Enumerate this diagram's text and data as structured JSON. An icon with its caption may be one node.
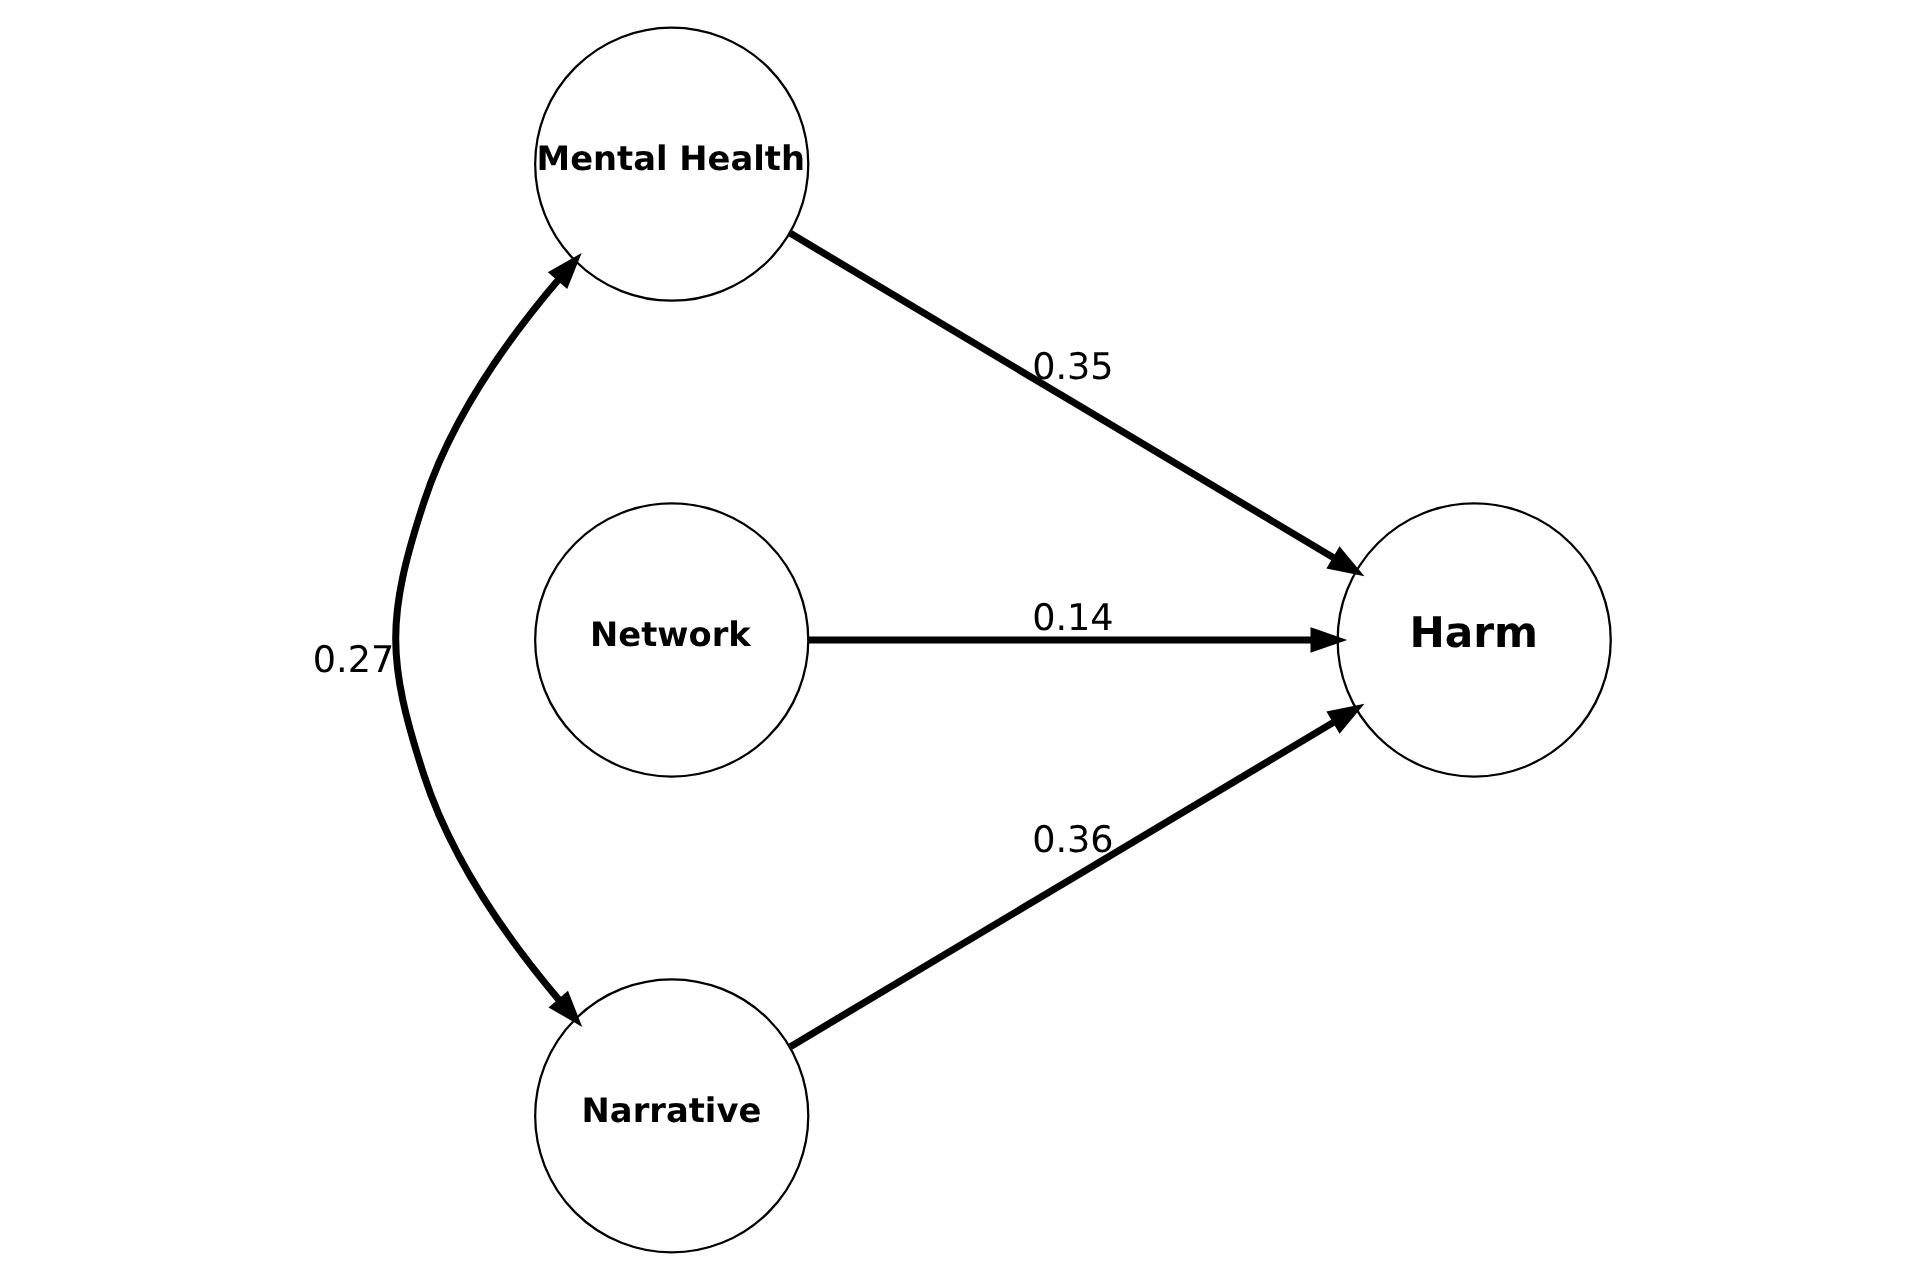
{
  "diagram": {
    "nodes": [
      {
        "text": [
          "Mental Health"
        ]
      },
      {
        "text": [
          "Network"
        ]
      },
      {
        "text": [
          "Narrative"
        ]
      },
      {
        "text": [
          "Harm"
        ]
      }
    ],
    "edges": [
      {
        "from": 0,
        "to": 3,
        "arrow": "to",
        "label": "0.35"
      },
      {
        "from": 1,
        "to": 3,
        "arrow": "to",
        "label": "0.14"
      },
      {
        "from": 2,
        "to": 3,
        "arrow": "to",
        "label": "0.36"
      },
      {
        "from": 0,
        "to": 2,
        "arrow": "both",
        "label": "0.27"
      }
    ]
  }
}
